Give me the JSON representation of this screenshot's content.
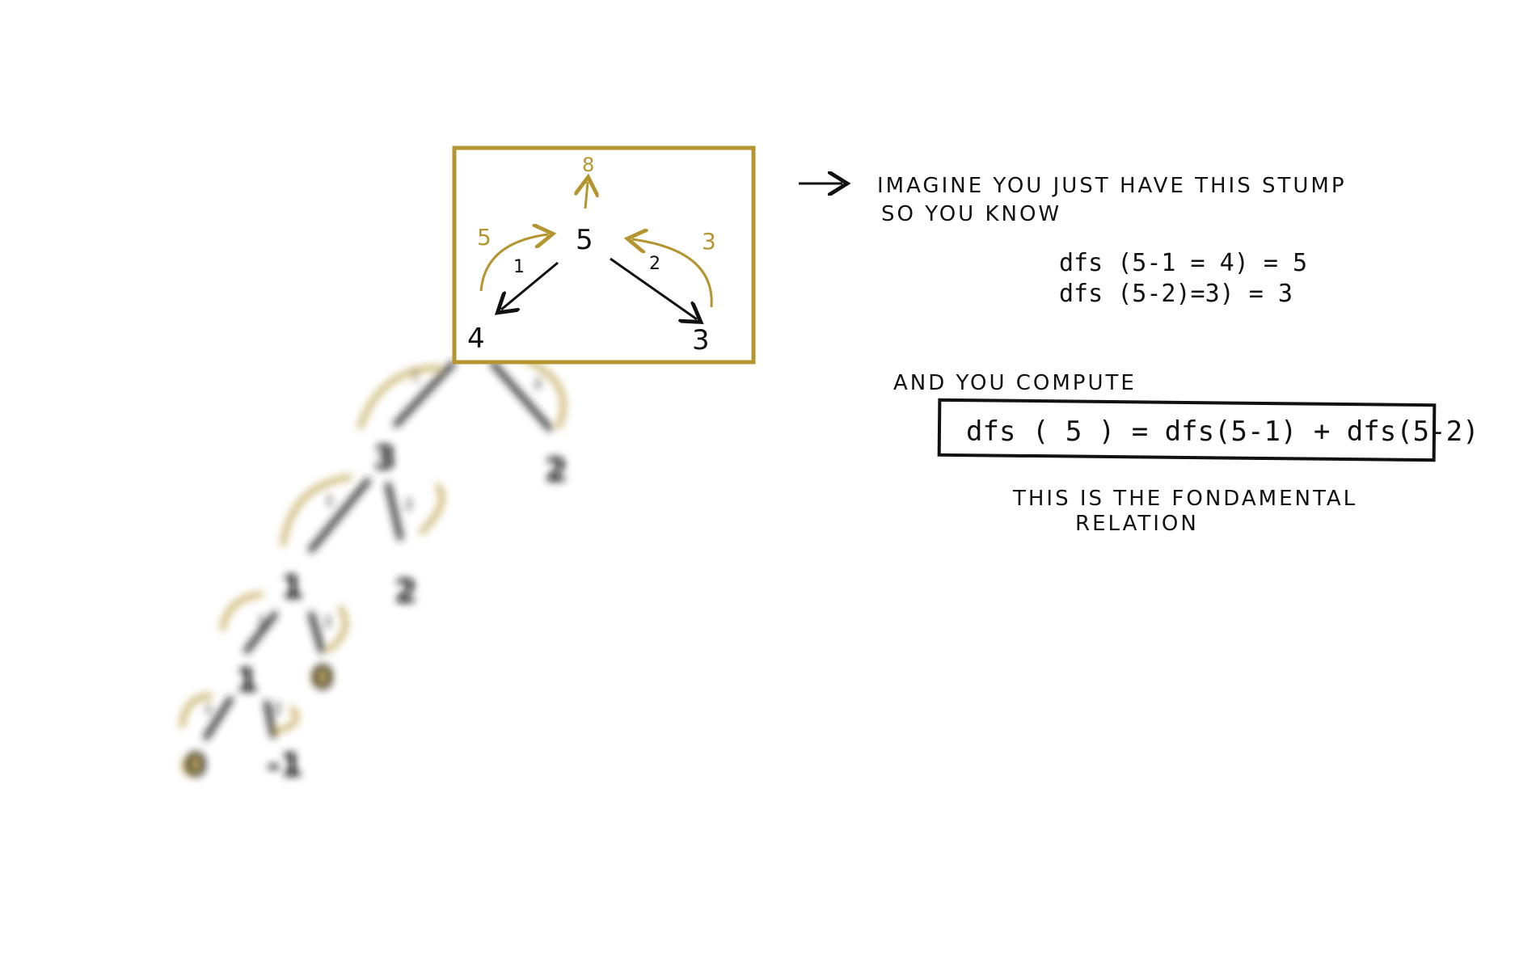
{
  "stump": {
    "root": "5",
    "left_child": "4",
    "right_child": "3",
    "left_edge": "1",
    "right_edge": "2",
    "left_return": "5",
    "right_return": "3",
    "up_result": "8"
  },
  "blurred_tree": {
    "nodes": [
      "3",
      "2",
      "1",
      "2",
      "1",
      "0",
      "0",
      "-1"
    ],
    "edge_labels": [
      "1",
      "2",
      "1",
      "2",
      "1",
      "2",
      "1",
      "2"
    ]
  },
  "notes": {
    "line1": "IMAGINE YOU JUST HAVE THIS STUMP",
    "line2": "SO YOU KNOW",
    "known1": "dfs (5-1 = 4) = 5",
    "known2": "dfs (5-2)=3) = 3",
    "compute": "AND YOU COMPUTE",
    "relation": "dfs ( 5 ) =  dfs(5-1) + dfs(5-2)",
    "caption1": "THIS IS THE FONDAMENTAL",
    "caption2": "RELATION"
  },
  "colors": {
    "ink": "#111111",
    "accent": "#b49530"
  }
}
